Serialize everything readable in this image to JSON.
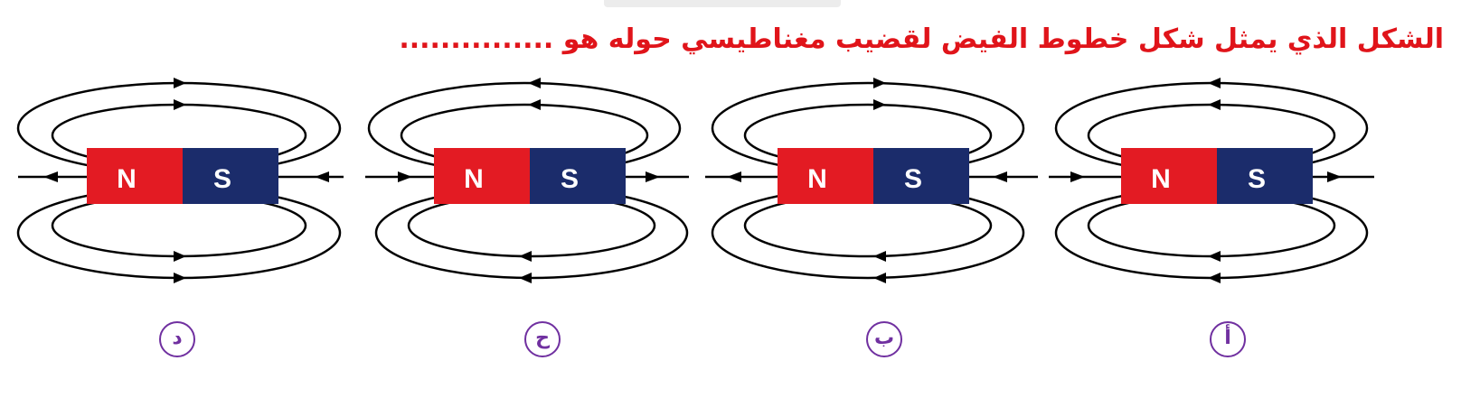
{
  "question": {
    "text": "الشكل الذي يمثل شكل خطوط الفيض لقضيب مغناطيسي حوله هو",
    "dots": "..............."
  },
  "magnet": {
    "north_label": "N",
    "south_label": "S",
    "north_color": "#e31b23",
    "south_color": "#1b2c6b"
  },
  "colors": {
    "question_text": "#e0141a",
    "option_circle": "#7030a0",
    "field_line": "#000000"
  },
  "options": [
    {
      "id": "alif",
      "label": "أ",
      "field_direction": "N-to-S"
    },
    {
      "id": "ba",
      "label": "ب",
      "field_direction": "S-to-N"
    },
    {
      "id": "jim",
      "label": "ح",
      "field_direction": "N-to-S-mixed"
    },
    {
      "id": "dal",
      "label": "د",
      "field_direction": "into-both-poles"
    }
  ]
}
